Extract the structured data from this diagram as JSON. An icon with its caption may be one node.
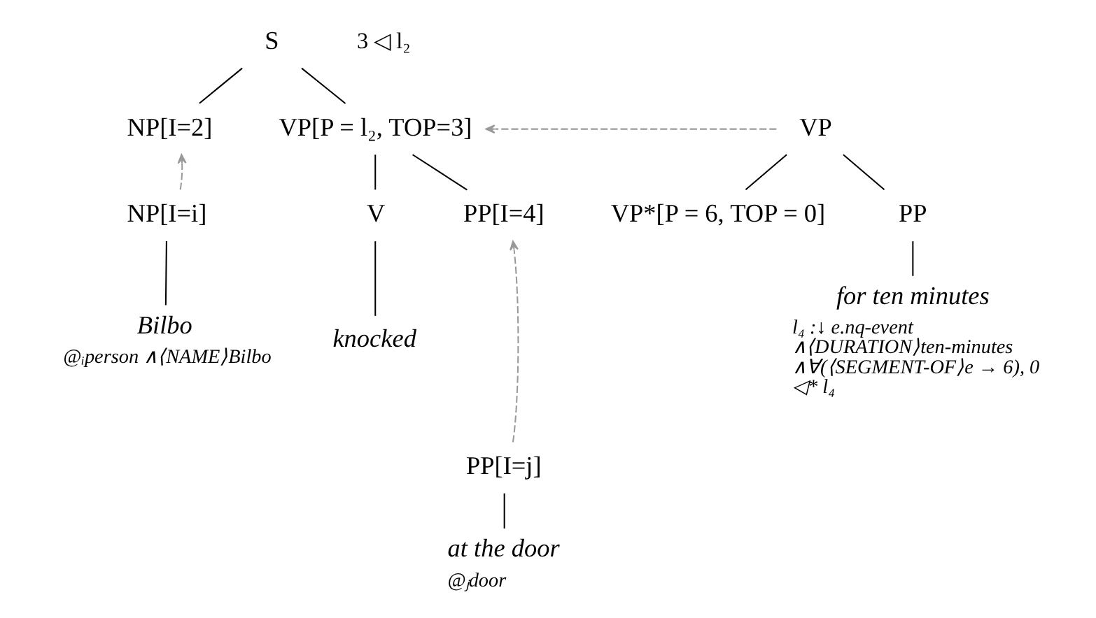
{
  "diagram": {
    "nodes": [
      {
        "text": [
          "S"
        ]
      },
      {
        "text": [
          "NP[I=2]"
        ]
      },
      {
        "text": [
          "VP[P = l₂, TOP=3]"
        ]
      },
      {
        "text": [
          "NP[I=i]"
        ]
      },
      {
        "text": [
          "V"
        ]
      },
      {
        "text": [
          "PP[I=4]"
        ]
      },
      {
        "text": [
          "Bilbo"
        ],
        "beside": [
          "@ᵢperson ∧⟨NAME⟩Bilbo"
        ]
      },
      {
        "text": [
          "knocked"
        ]
      },
      {
        "text": [
          "PP[I=j]"
        ]
      },
      {
        "text": [
          "at the door"
        ],
        "beside": [
          "@ⱼdoor"
        ]
      },
      {
        "text": [
          "VP"
        ]
      },
      {
        "text": [
          "VP*[P = 6, TOP = 0]"
        ]
      },
      {
        "text": [
          "PP"
        ]
      },
      {
        "text": [
          "for ten minutes"
        ],
        "beside": [
          "l₄ :↓ e.nq-event ∧⟨DURATION⟩ten-minutes ∧∀(⟨SEGMENT-OF⟩e → 6), 0 ◁* l₄"
        ]
      }
    ],
    "edges": [
      {
        "from": 0,
        "to": 1,
        "arrow": "none"
      },
      {
        "from": 0,
        "to": 2,
        "arrow": "none"
      },
      {
        "from": 3,
        "to": 1,
        "arrow": "to",
        "style": "dashed",
        "color": "#999999"
      },
      {
        "from": 2,
        "to": 4,
        "arrow": "none"
      },
      {
        "from": 2,
        "to": 5,
        "arrow": "none"
      },
      {
        "from": 10,
        "to": 2,
        "arrow": "to",
        "style": "dashed",
        "color": "#999999"
      },
      {
        "from": 3,
        "to": 6,
        "arrow": "none"
      },
      {
        "from": 4,
        "to": 7,
        "arrow": "none"
      },
      {
        "from": 8,
        "to": 5,
        "arrow": "to",
        "style": "dashed",
        "color": "#999999"
      },
      {
        "from": 10,
        "to": 11,
        "arrow": "none"
      },
      {
        "from": 10,
        "to": 12,
        "arrow": "none"
      },
      {
        "from": 8,
        "to": 9,
        "arrow": "none"
      },
      {
        "from": 12,
        "to": 13,
        "arrow": "none"
      }
    ],
    "labels": [
      "3 ◁ l₂"
    ]
  }
}
